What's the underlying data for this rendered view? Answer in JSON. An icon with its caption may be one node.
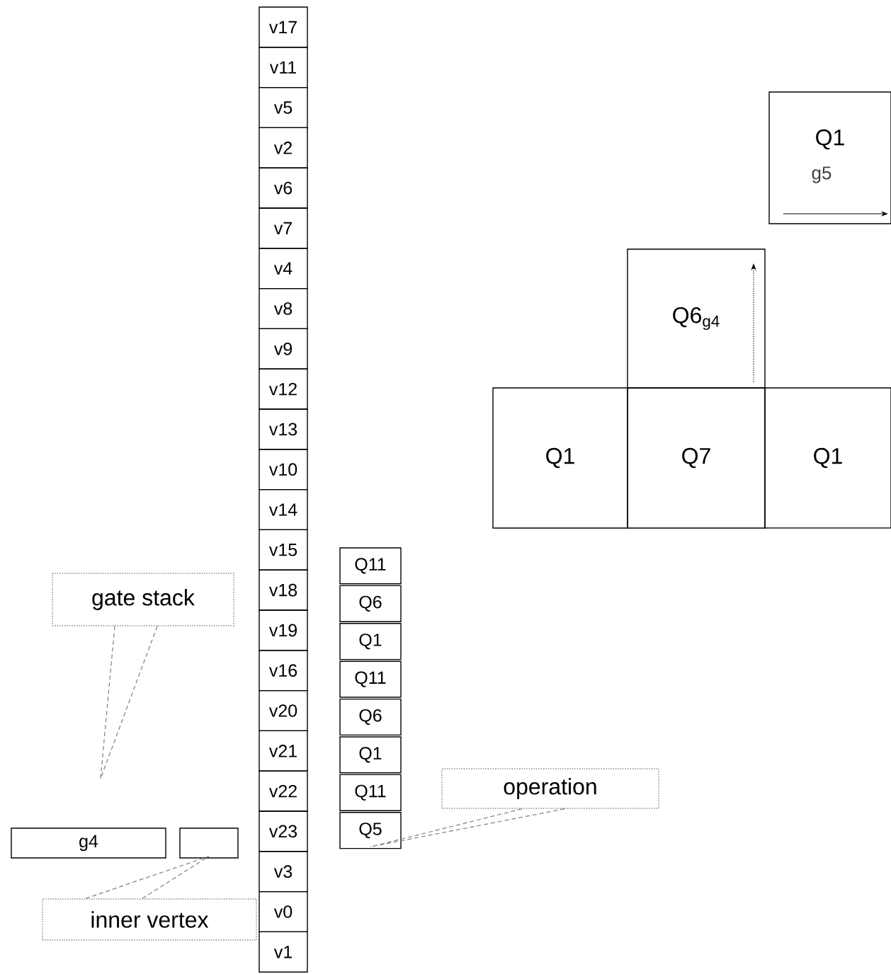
{
  "diagram": {
    "nodes": [
      {
        "text": [
          "Q1",
          "g5"
        ]
      },
      {
        "text": [
          "Q6$_{g4}$"
        ]
      },
      {
        "text": [
          "Q1"
        ]
      },
      {
        "text": [
          "Q7"
        ]
      },
      {
        "text": [
          "Q1"
        ]
      },
      {
        "text": [
          "v17"
        ]
      },
      {
        "text": [
          "v11"
        ]
      },
      {
        "text": [
          "v5"
        ]
      },
      {
        "text": [
          "v2"
        ]
      },
      {
        "text": [
          "v6"
        ]
      },
      {
        "text": [
          "v7"
        ]
      },
      {
        "text": [
          "v4"
        ]
      },
      {
        "text": [
          "v8"
        ]
      },
      {
        "text": [
          "v9"
        ]
      },
      {
        "text": [
          "v12"
        ]
      },
      {
        "text": [
          "v13"
        ]
      },
      {
        "text": [
          "v10"
        ]
      },
      {
        "text": [
          "v14"
        ]
      },
      {
        "text": [
          "v15"
        ]
      },
      {
        "text": [
          "v18"
        ]
      },
      {
        "text": [
          "v19"
        ]
      },
      {
        "text": [
          "v16"
        ]
      },
      {
        "text": [
          "v20"
        ]
      },
      {
        "text": [
          "v21"
        ]
      },
      {
        "text": [
          "v22"
        ]
      },
      {
        "text": [
          "v23"
        ]
      },
      {
        "text": [
          "v3"
        ]
      },
      {
        "text": [
          "v0"
        ]
      },
      {
        "text": [
          "v1"
        ]
      },
      {
        "text": [
          "Q11"
        ]
      },
      {
        "text": [
          "Q6"
        ]
      },
      {
        "text": [
          "Q1"
        ]
      },
      {
        "text": [
          "Q11"
        ]
      },
      {
        "text": [
          "Q6"
        ]
      },
      {
        "text": [
          "Q1"
        ]
      },
      {
        "text": [
          "Q11"
        ]
      },
      {
        "text": [
          "Q5"
        ]
      },
      {
        "text": [
          "gate stack"
        ]
      },
      {
        "text": [
          "g4"
        ]
      },
      {
        "text": [],
        "shape": "box"
      },
      {
        "text": [
          "operation"
        ]
      },
      {
        "text": [
          "inner vertex"
        ]
      }
    ],
    "edges": [
      {
        "from": 37,
        "to": null,
        "arrow": "none"
      },
      {
        "from": 41,
        "to": 39,
        "arrow": "none"
      },
      {
        "from": 40,
        "to": 36,
        "arrow": "none"
      }
    ]
  }
}
